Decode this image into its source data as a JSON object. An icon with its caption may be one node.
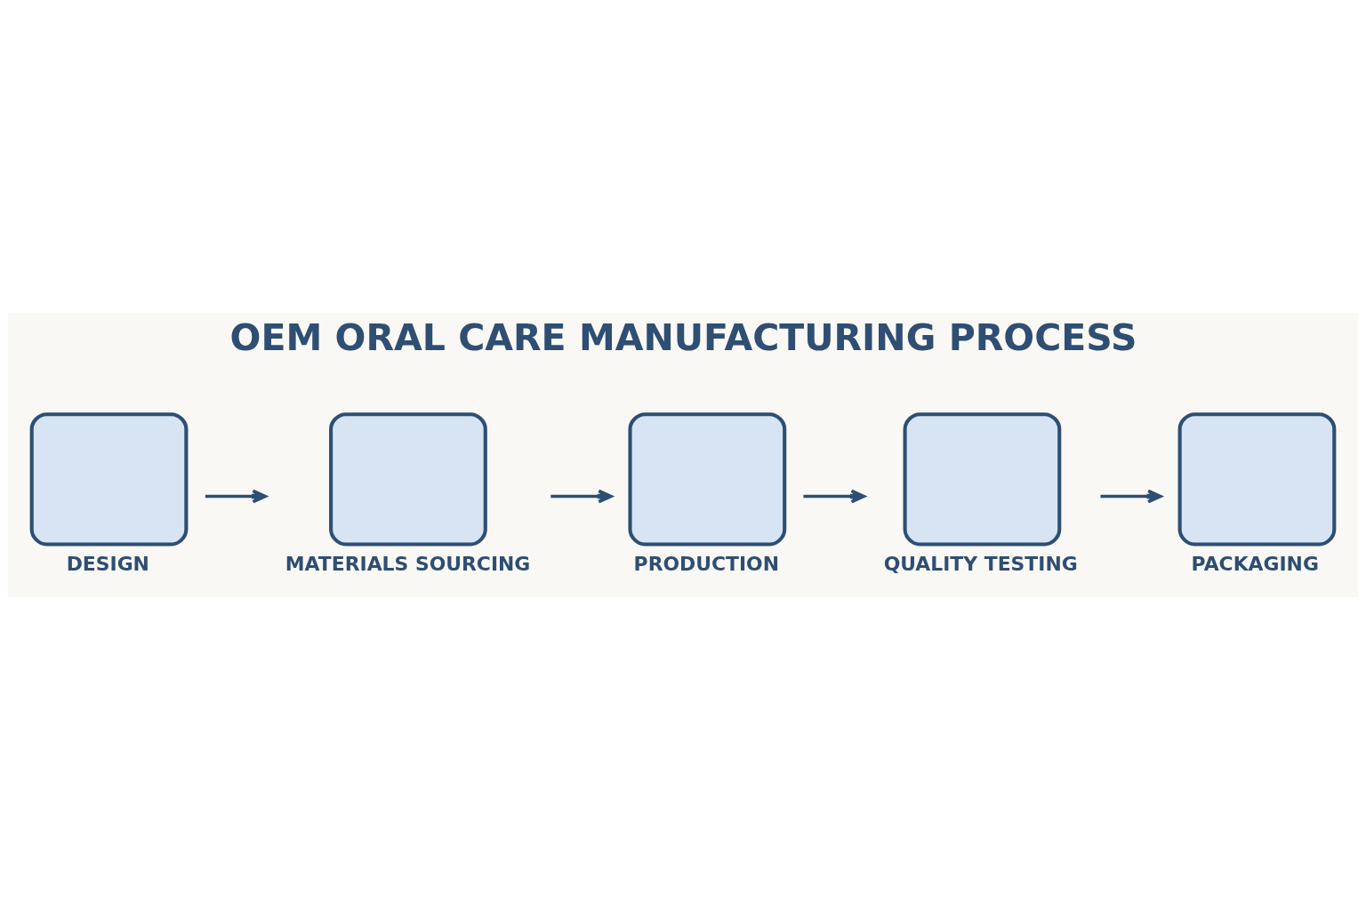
{
  "diagram": {
    "title": "OEM ORAL CARE MANUFACTURING PROCESS",
    "nodes": [
      {
        "text": [
          "DESIGN"
        ]
      },
      {
        "text": [
          "MATERIALS SOURCING"
        ]
      },
      {
        "text": [
          "PRODUCTION"
        ]
      },
      {
        "text": [
          "QUALITY TESTING"
        ]
      },
      {
        "text": [
          "PACKAGING"
        ]
      }
    ],
    "edges": [
      {
        "from": 0,
        "to": 1,
        "arrow": "to"
      },
      {
        "from": 1,
        "to": 2,
        "arrow": "to"
      },
      {
        "from": 2,
        "to": 3,
        "arrow": "to"
      },
      {
        "from": 3,
        "to": 4,
        "arrow": "to"
      }
    ]
  }
}
